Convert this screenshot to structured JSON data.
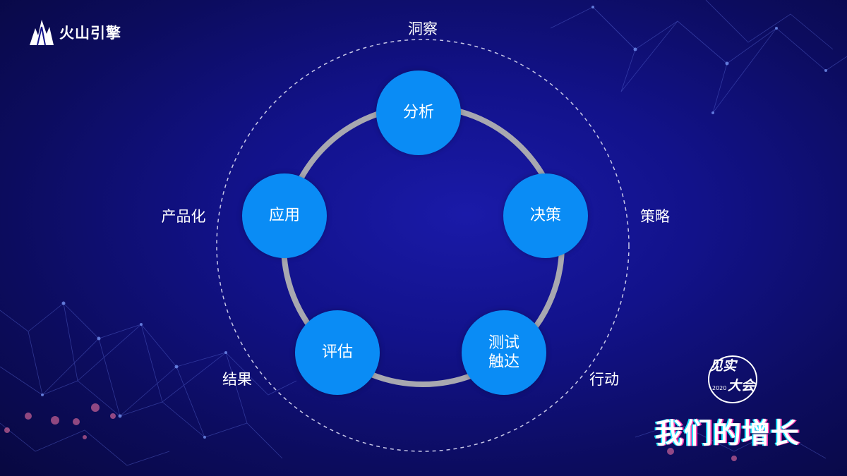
{
  "brand": {
    "logo_text": "火山引擎",
    "logo_icon": "mountain-logo-icon"
  },
  "diagram": {
    "outer_labels": {
      "top": "洞察",
      "left": "产品化",
      "right": "策略",
      "bottom_left": "结果",
      "bottom_right": "行动"
    },
    "nodes": {
      "top": "分析",
      "right": "决策",
      "bottom_right": "测试\n触达",
      "bottom_left": "评估",
      "left": "应用"
    }
  },
  "event": {
    "badge_line1": "见实",
    "badge_line2": "大会",
    "badge_year": "2020",
    "slogan": "我们的增长"
  },
  "colors": {
    "background": "#12128a",
    "node_fill": "#0a8cf5",
    "ring": "#a8a8b0",
    "dashed_circle": "#c8c8e8",
    "text": "#ffffff"
  }
}
